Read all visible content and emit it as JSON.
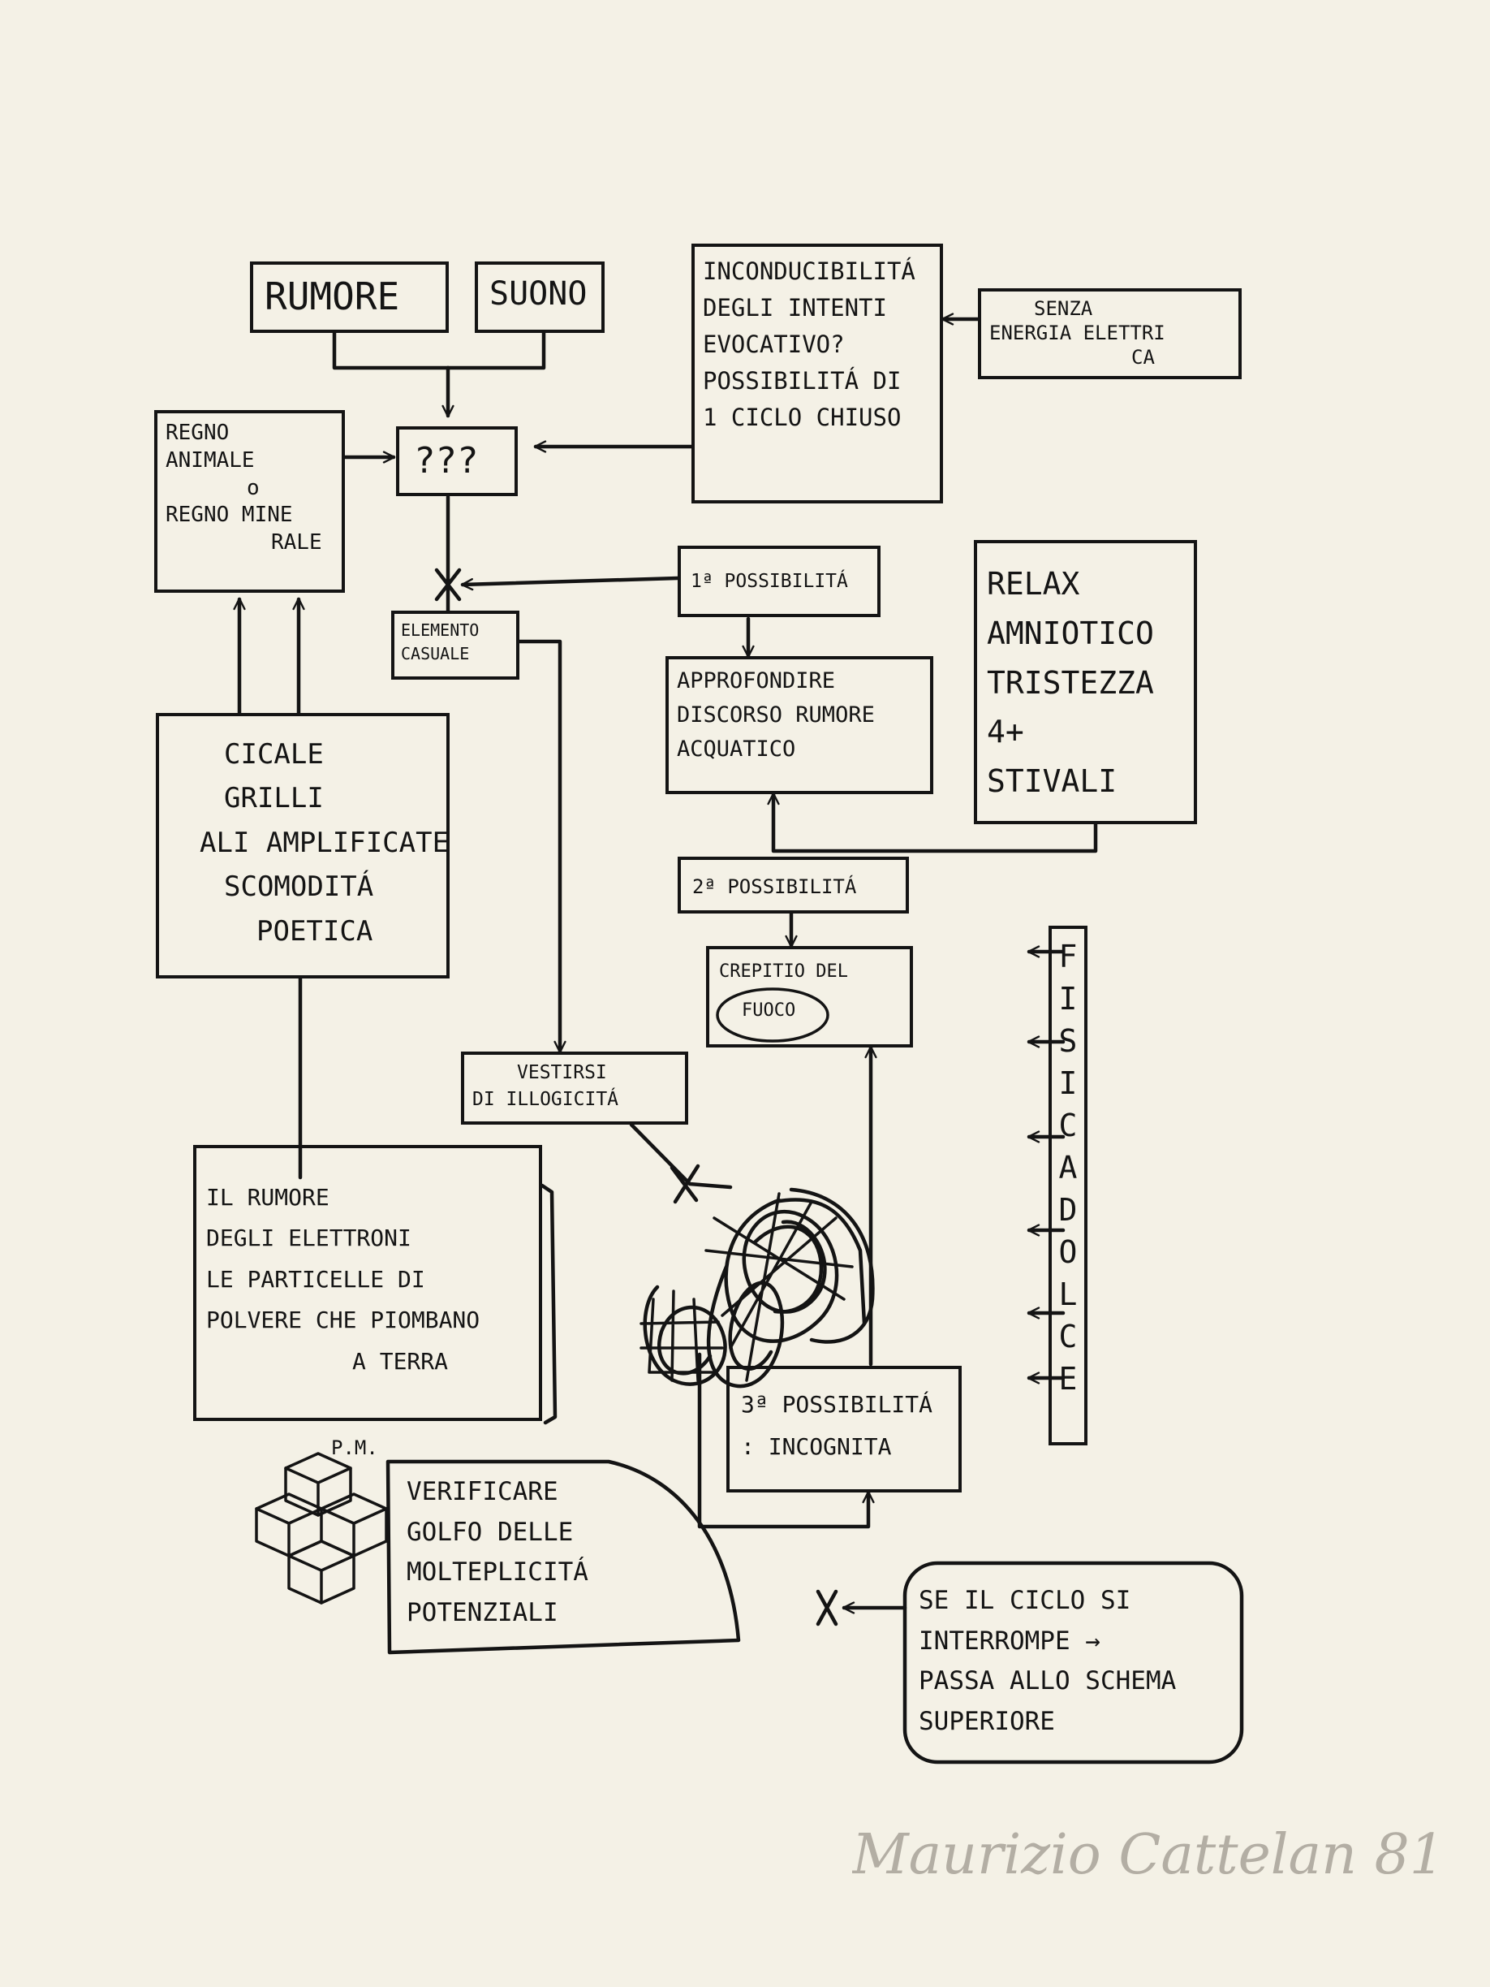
{
  "nodes": {
    "rumore": {
      "lines": [
        "RUMORE"
      ]
    },
    "suono": {
      "lines": [
        "SUONO"
      ]
    },
    "inconducibilita": {
      "lines": [
        "INCONDUCIBILITÁ",
        "DEGLI INTENTI",
        "EVOCATIVO?",
        "POSSIBILITÁ di",
        "1 CICLO CHIUSO"
      ]
    },
    "senza_energia": {
      "lines": [
        "SENZA",
        "ENERGIA ELETTRI",
        "CA"
      ]
    },
    "regno": {
      "lines": [
        "REGNO",
        "ANIMALE",
        "o",
        "REGNO MINE",
        "RALE"
      ]
    },
    "unknown": {
      "lines": [
        "???"
      ]
    },
    "prima_possibilita": {
      "lines": [
        "1ª POSSIBILITÁ"
      ]
    },
    "elemento_casuale": {
      "lines": [
        "ELEMENTO",
        "CASUALE"
      ]
    },
    "approfondire": {
      "lines": [
        "APPROFONDIRE",
        "DISCORSO RUMORE",
        "ACQUATICO"
      ]
    },
    "relax": {
      "lines": [
        "RELAX",
        "AMNIOTICO",
        "TRISTEZZA",
        "4+",
        "STIVALI"
      ]
    },
    "cicale": {
      "lines": [
        "CICALE",
        "GRILLI",
        "ALI AMPLIFICATE",
        "SCOMODITÁ",
        "POETICA"
      ]
    },
    "seconda_possibilita": {
      "lines": [
        "2ª POSSIBILITÁ"
      ]
    },
    "crepitio": {
      "lines": [
        "CREPITIO DEL",
        "FUOCO"
      ]
    },
    "fisica_dolce": {
      "lines": [
        "F",
        "I",
        "S",
        "I",
        "C",
        "A",
        "D",
        "O",
        "L",
        "C",
        "E"
      ]
    },
    "vestirsi": {
      "lines": [
        "VESTIRSI",
        "DI ILLOGICITÁ"
      ]
    },
    "rumore_elettroni": {
      "lines": [
        "IL RUMORE",
        "DEGLI ELETTRONI",
        "LE PARTICELLE di",
        "POLVERE CHE PIOMBANO",
        "A TERRA"
      ]
    },
    "terza_possibilita": {
      "lines": [
        "3ª POSSIBILITÁ",
        ": INCOGNITA"
      ]
    },
    "verificare": {
      "lines": [
        "VERIFICARE",
        "GOLFO DELLE",
        "MOLTEPLICITÁ",
        "POTENZIALI"
      ]
    },
    "pm_label": {
      "lines": [
        "P.M."
      ]
    },
    "se_il_ciclo": {
      "lines": [
        "SE IL CICLO SI",
        "INTERROMPE →",
        "PASSA ALLO SCHEMA",
        "SUPERIORE"
      ]
    }
  },
  "signature": "Maurizio Cattelan 81",
  "ink_color": "#141414",
  "paper_color": "#f4f1e6",
  "signature_color": "#b3aea4"
}
